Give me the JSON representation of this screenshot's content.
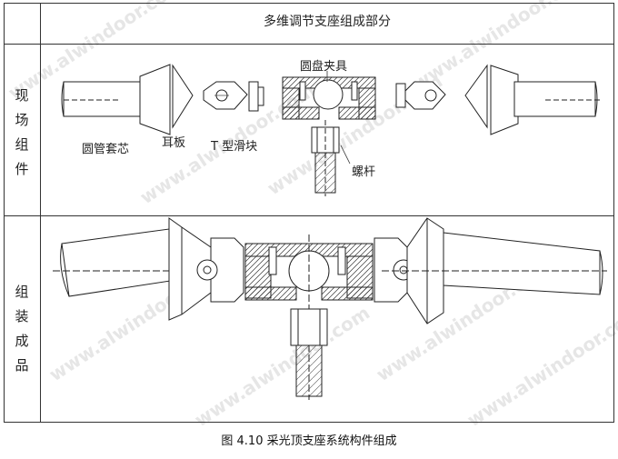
{
  "table": {
    "header": "多维调节支座组成部分",
    "row1_label": [
      "现",
      "场",
      "组",
      "件"
    ],
    "row2_label": [
      "组",
      "装",
      "成",
      "品"
    ]
  },
  "parts": {
    "sleeve": "圆管套芯",
    "ear_plate": "耳板",
    "t_slider": "T 型滑块",
    "clamp": "圆盘夹具",
    "screw": "螺杆"
  },
  "watermark": "www.alwindoor.com",
  "caption": "图 4.10  采光顶支座系统构件组成"
}
